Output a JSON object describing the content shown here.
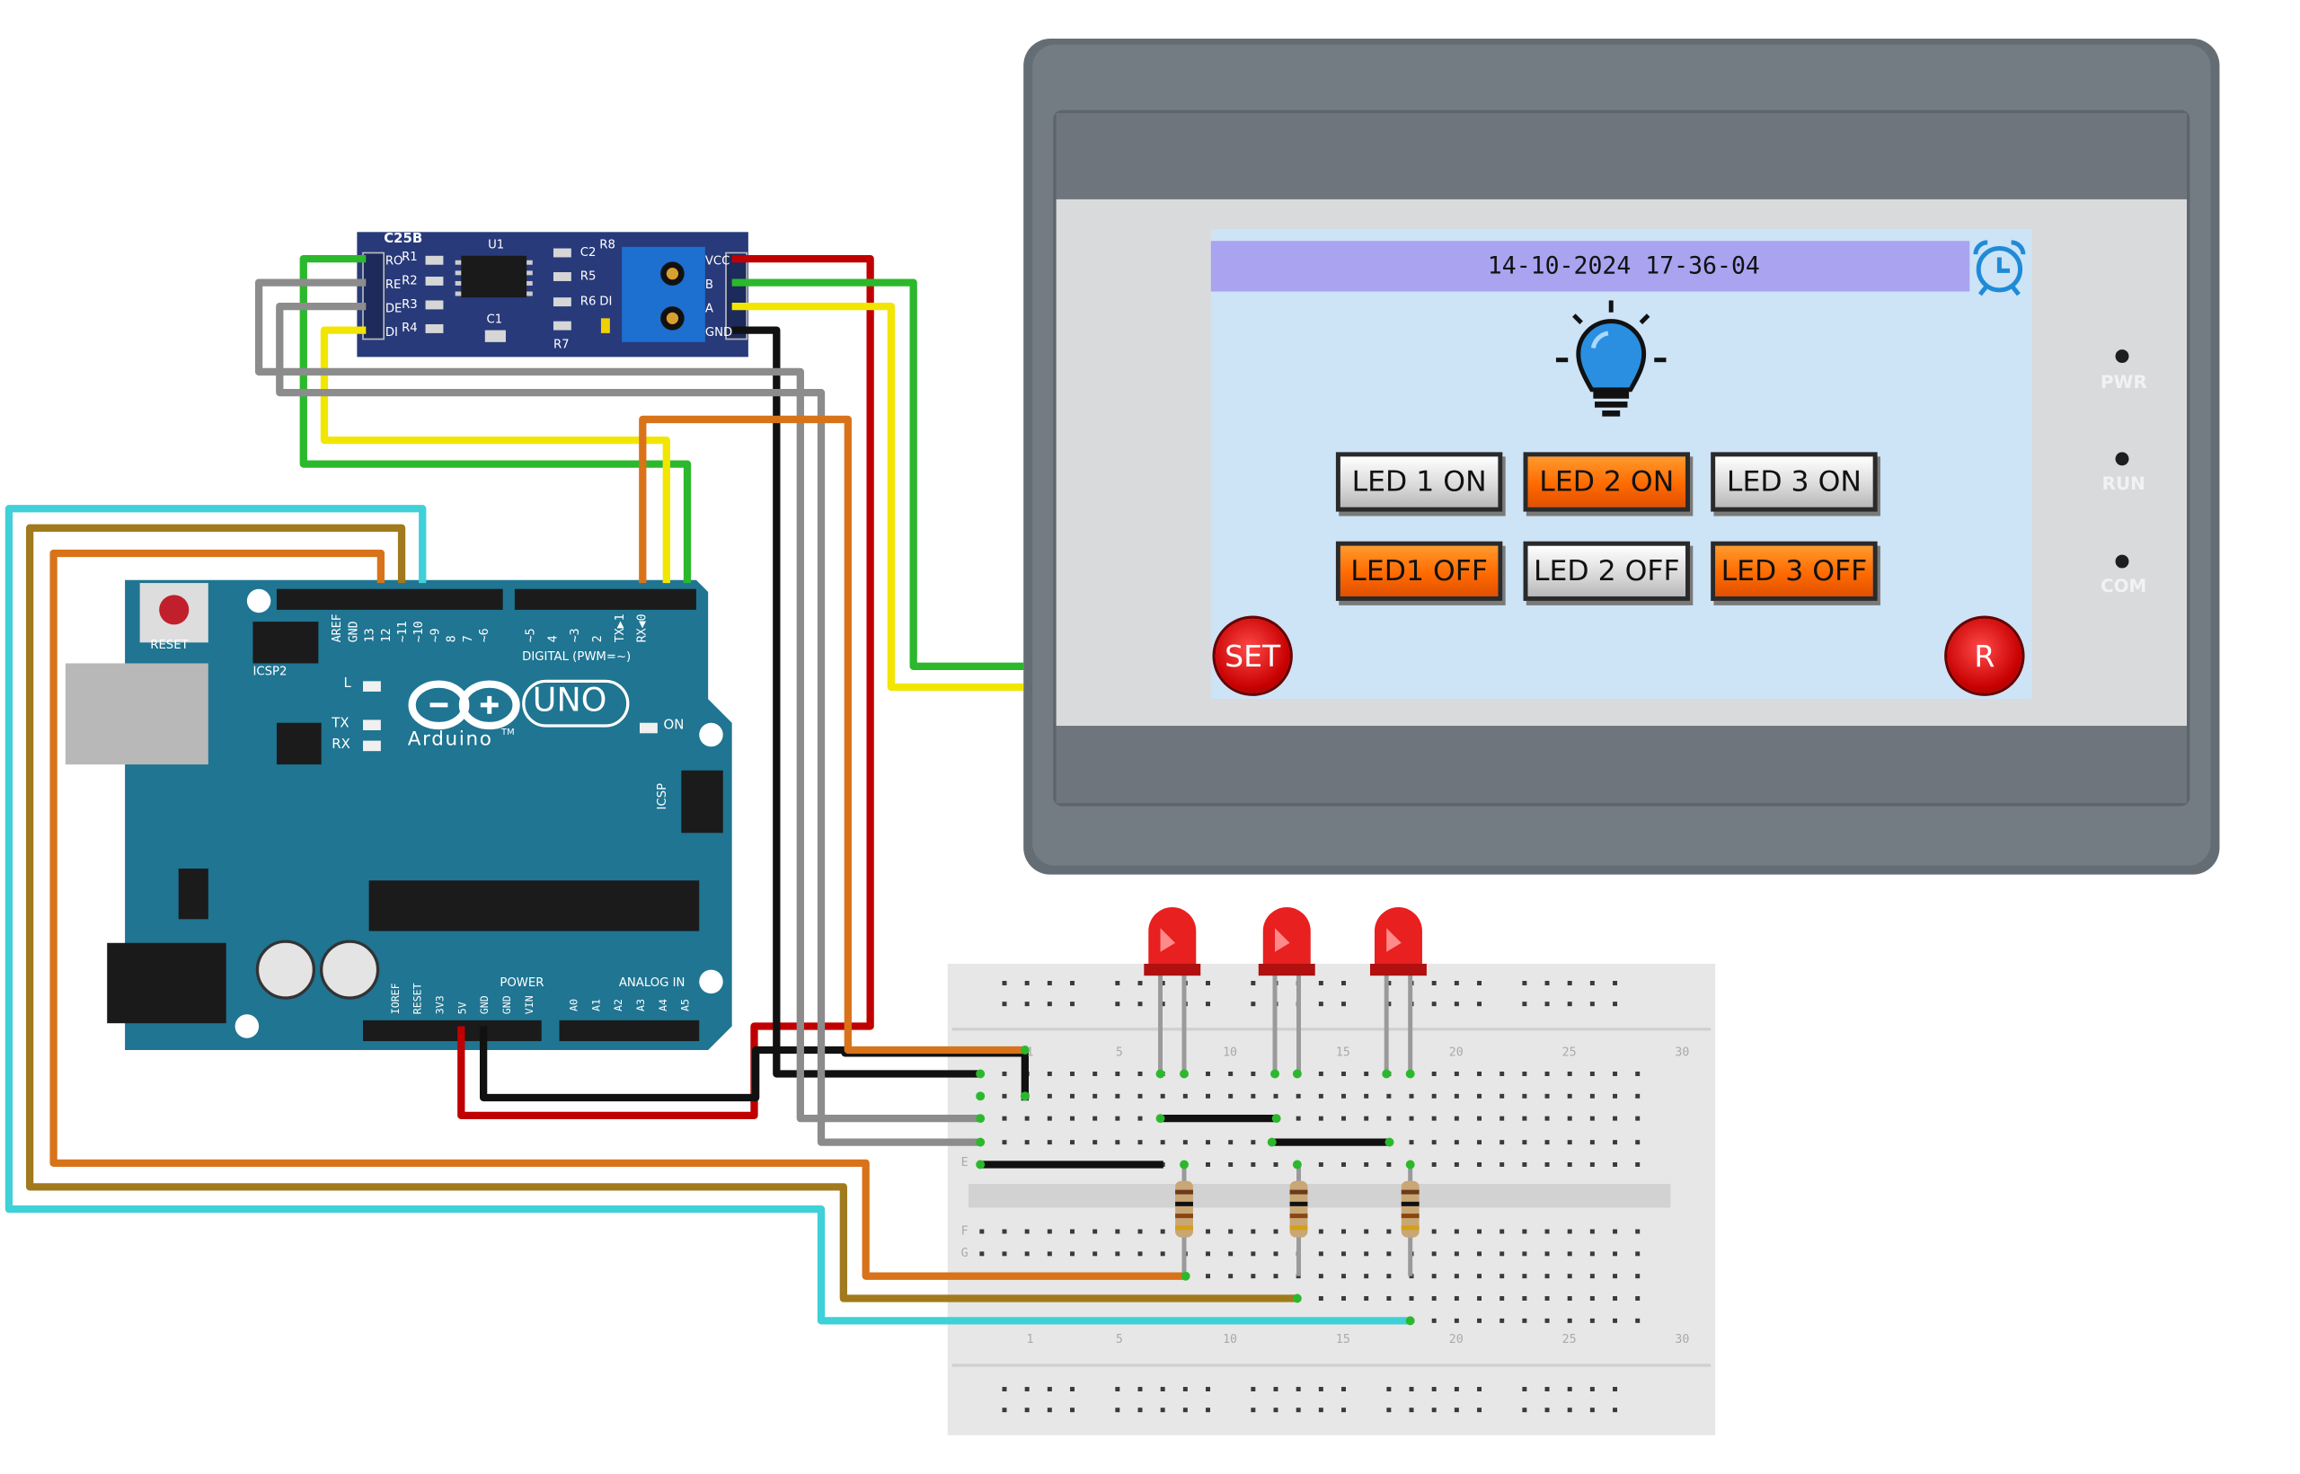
{
  "hmi": {
    "datetime": "14-10-2024 17-36-04",
    "buttons": [
      "LED 1 ON",
      "LED 2 ON",
      "LED 3 ON",
      "LED1 OFF",
      "LED 2 OFF",
      "LED 3 OFF"
    ],
    "set_label": "SET",
    "reset_label": "R",
    "side_labels": [
      "PWR",
      "RUN",
      "COM"
    ]
  },
  "rs485_module": {
    "name": "C25B",
    "chip": "U1",
    "left_pins": [
      "RO",
      "RE",
      "DE",
      "DI"
    ],
    "right_pins": [
      "VCC",
      "B",
      "A",
      "GND"
    ],
    "components": [
      "R1",
      "R2",
      "R3",
      "R4",
      "C1",
      "C2",
      "R8",
      "R5",
      "R6",
      "R7",
      "DI"
    ]
  },
  "arduino": {
    "reset": "RESET",
    "icsp2": "ICSP2",
    "brand": "Arduino",
    "model": "UNO",
    "tm": "TM",
    "led_l": "L",
    "tx": "TX",
    "rx": "RX",
    "on": "ON",
    "icsp": "ICSP",
    "digital": "DIGITAL (PWM=~)",
    "power": "POWER",
    "analog": "ANALOG IN",
    "digital_pins": [
      "AREF",
      "GND",
      "13",
      "12",
      "~11",
      "~10",
      "~9",
      "8",
      "7",
      "~6",
      "~5",
      "4",
      "~3",
      "2",
      "TX▶1",
      "RX◀0"
    ],
    "power_pins": [
      "IOREF",
      "RESET",
      "3V3",
      "5V",
      "GND",
      "GND",
      "VIN"
    ],
    "analog_pins": [
      "A0",
      "A1",
      "A2",
      "A3",
      "A4",
      "A5"
    ]
  },
  "breadboard": {
    "column_numbers": [
      "1",
      "5",
      "10",
      "15",
      "20",
      "25",
      "30"
    ],
    "row_letters": [
      "E",
      "F",
      "G"
    ]
  },
  "colors": {
    "hmi_body": "#6b7279",
    "hmi_screen": "#cde3f6",
    "hmi_header": "#a9a3f0",
    "arduino_board": "#1f7592",
    "rs485_board": "#283a7a",
    "wire_red": "#c00000",
    "wire_black": "#111111",
    "wire_green": "#2cb82c",
    "wire_yellow": "#f2e600",
    "wire_grey": "#8c8c8c",
    "wire_orange": "#d8731a",
    "wire_brown": "#a07a1c",
    "wire_cyan": "#3fd0d8",
    "led_red": "#e82020"
  }
}
